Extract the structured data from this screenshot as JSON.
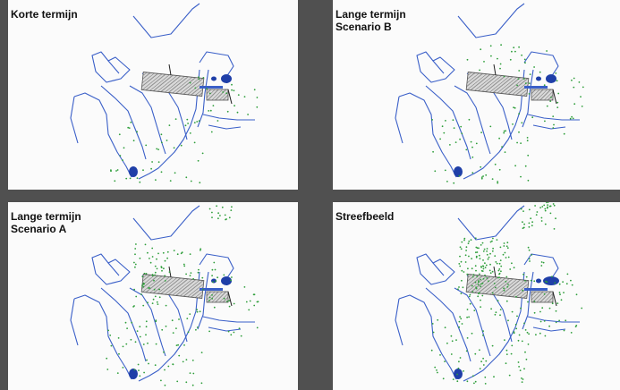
{
  "panels": [
    {
      "title_lines": [
        "Korte termijn"
      ],
      "vegetation_density": 1,
      "pond_variant": "small"
    },
    {
      "title_lines": [
        "Lange termijn",
        "Scenario B"
      ],
      "vegetation_density": 2,
      "pond_variant": "small"
    },
    {
      "title_lines": [
        "Lange termijn",
        "Scenario A"
      ],
      "vegetation_density": 3,
      "pond_variant": "small"
    },
    {
      "title_lines": [
        "Streefbeeld"
      ],
      "vegetation_density": 4,
      "pond_variant": "large"
    }
  ],
  "colors": {
    "background": "#505050",
    "panel": "#fbfbfb",
    "water": "#3a5fc8",
    "water_dark": "#1f3fa8",
    "vegetation": "#2e9e3a",
    "hatch": "#6e6e6e",
    "hatch_fill": "#d9d9d9"
  }
}
